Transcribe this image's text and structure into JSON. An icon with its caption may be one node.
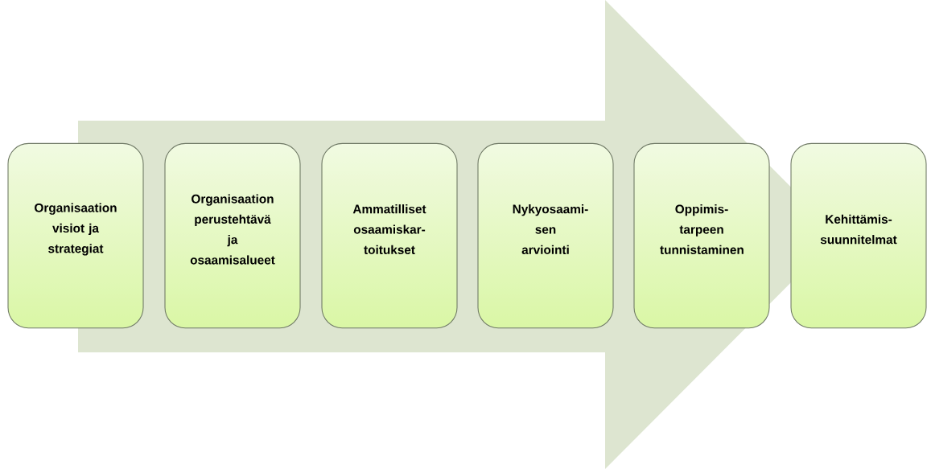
{
  "diagram": {
    "nodes": [
      {
        "text": [
          "Organisaation visiot ja strategiat"
        ]
      },
      {
        "text": [
          "Organisaation perustehtävä ja osaamisalueet"
        ]
      },
      {
        "text": [
          "Ammatilliset osaamiskar-toitukset"
        ]
      },
      {
        "text": [
          "Nykyosaami-sen arviointi"
        ]
      },
      {
        "text": [
          "Oppimis-tarpeen tunnistaminen"
        ]
      },
      {
        "text": [
          "Kehittämis-suunnitelmat"
        ]
      }
    ],
    "edges": [
      {
        "from": 0,
        "to": 5,
        "arrow": "to"
      }
    ]
  }
}
